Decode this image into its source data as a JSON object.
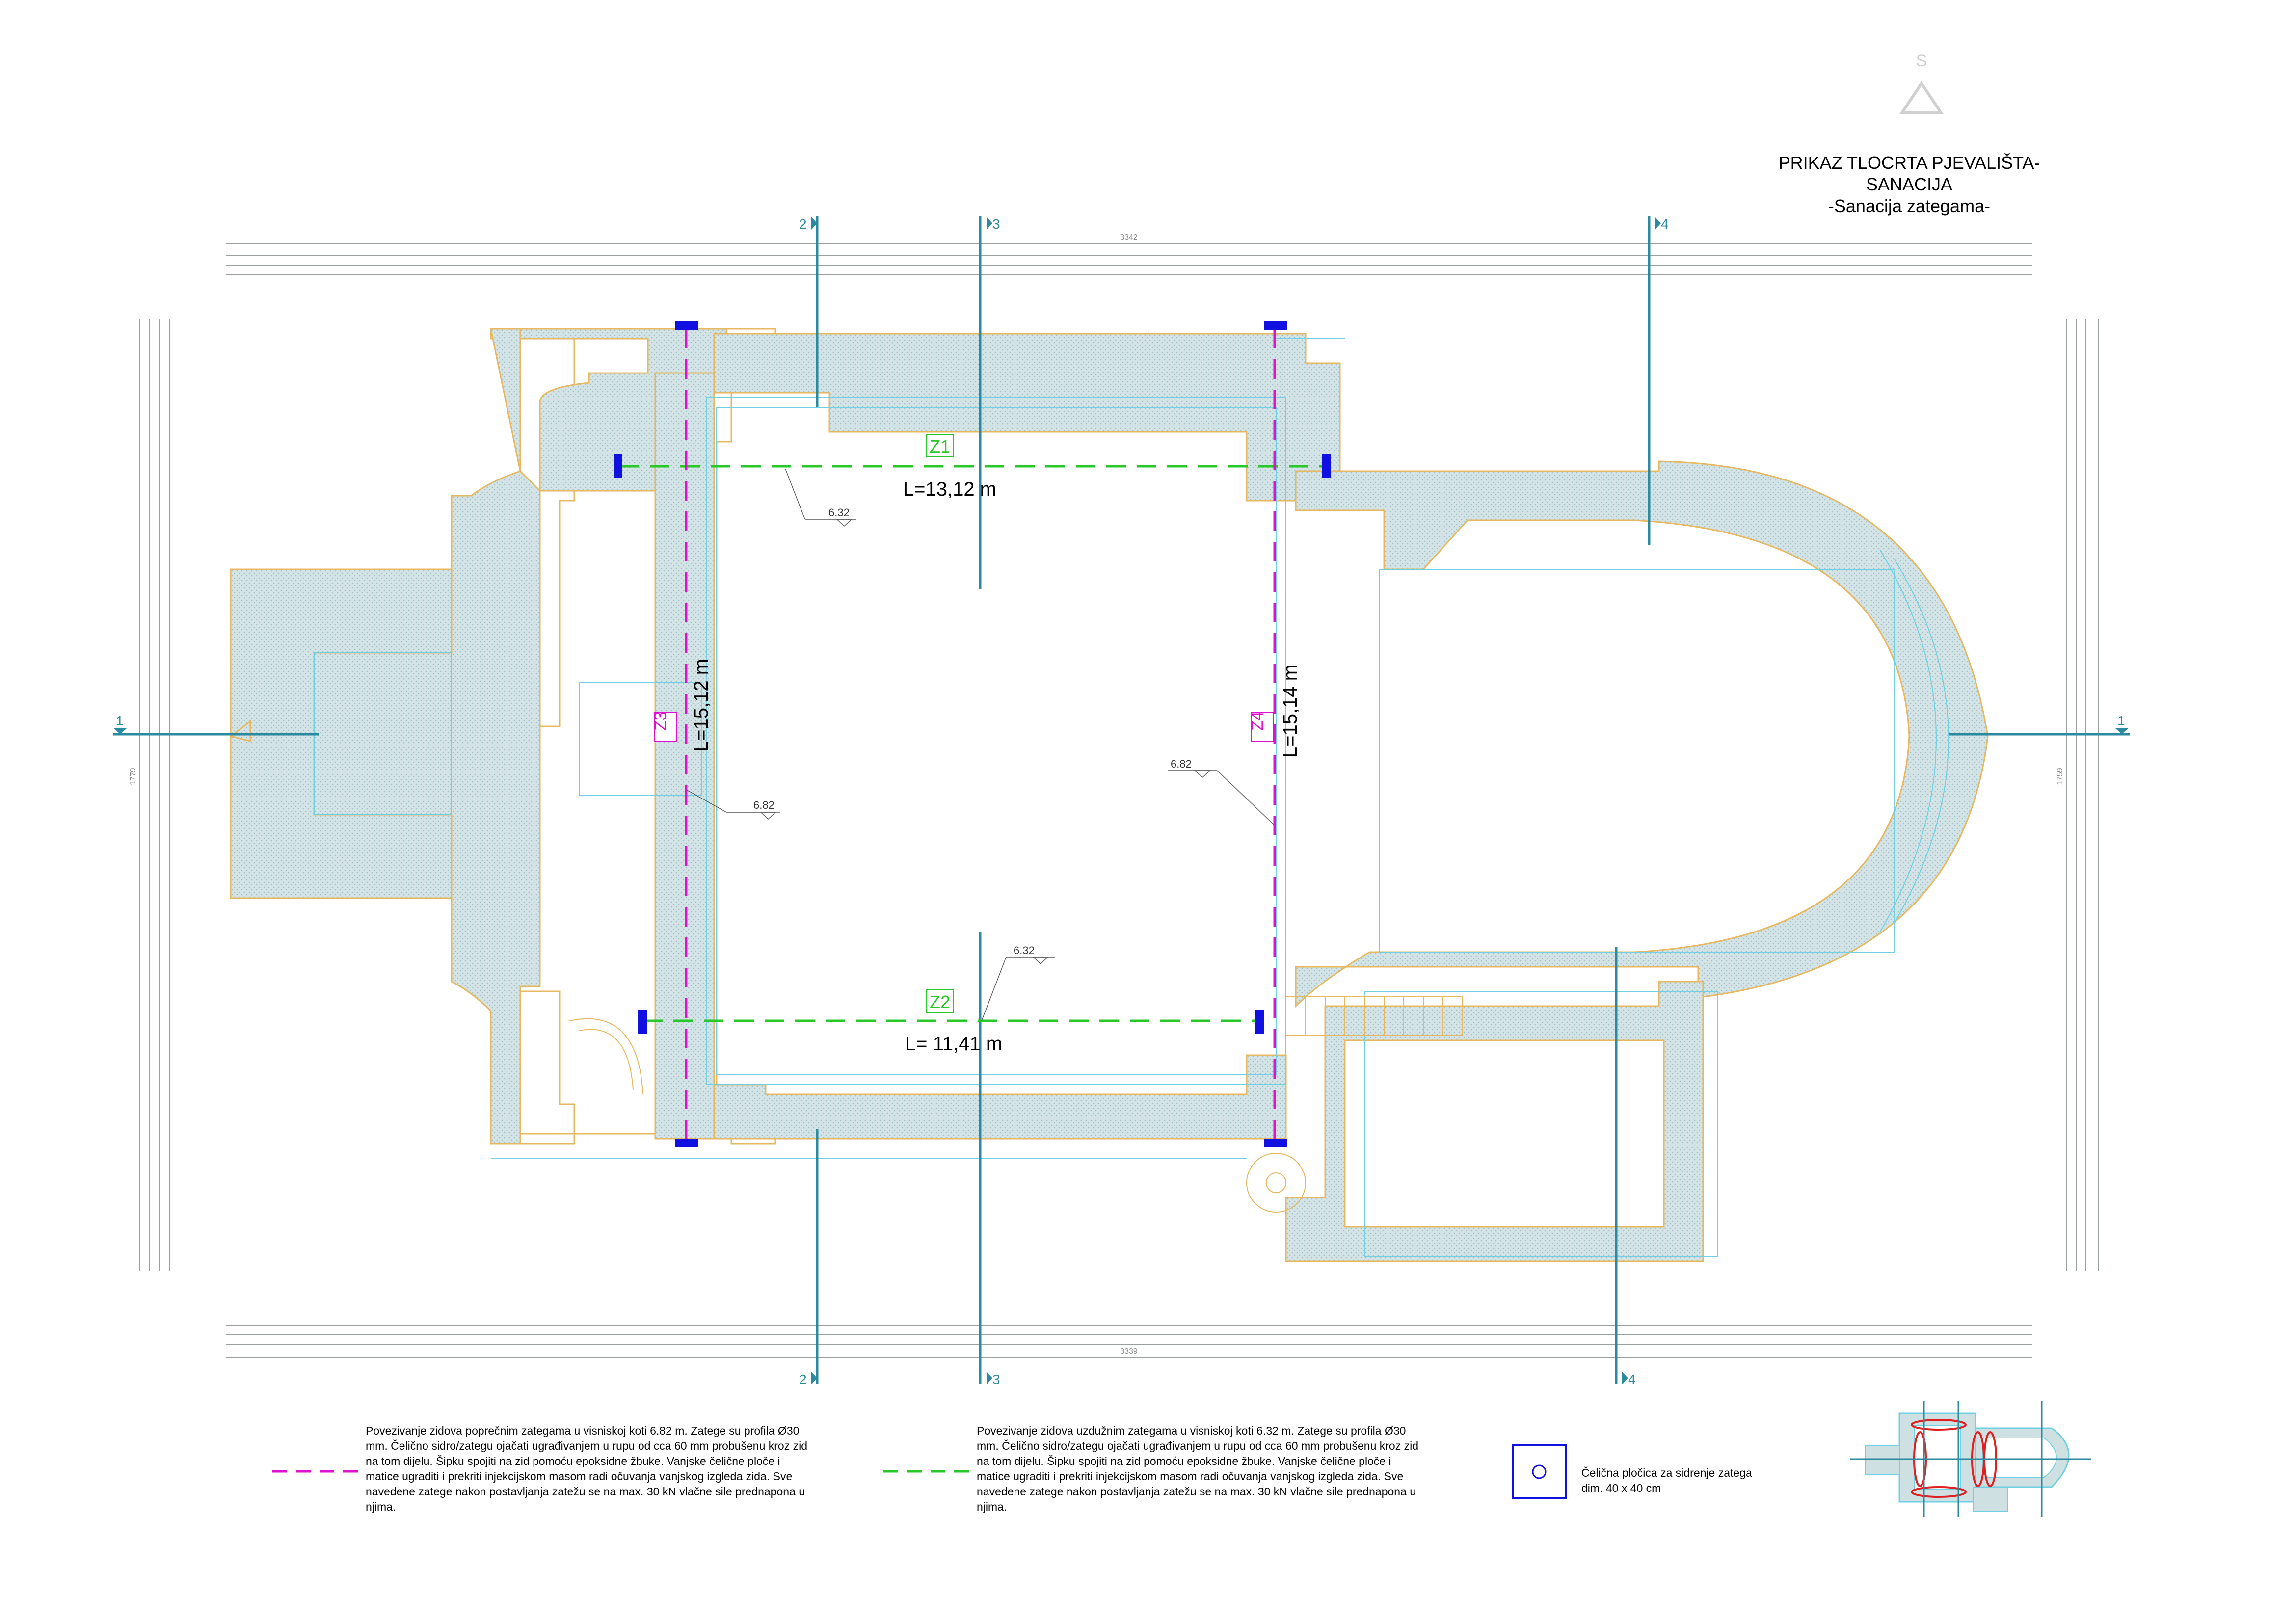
{
  "sheet": {
    "title": "PRIKAZ TLOCRTA PJEVALIŠTA- SANACIJA",
    "subtitle": "-Sanacija zategama-",
    "north_letter": "S"
  },
  "sections": {
    "s1": "1",
    "s2": "2",
    "s3": "3",
    "s4": "4"
  },
  "ties": {
    "z1": {
      "label": "Z1",
      "length": "L=13,12 m"
    },
    "z2": {
      "label": "Z2",
      "length": "L= 11,41 m"
    },
    "z3": {
      "label": "Z3",
      "length": "L=15,12 m"
    },
    "z4": {
      "label": "Z4",
      "length": "L=15,14 m"
    }
  },
  "levels": {
    "a": "6.32",
    "b": "6.82",
    "c": "6.82",
    "d": "6.32"
  },
  "dimensions": {
    "top_total": "3342",
    "bottom_total": "3339",
    "left_total": "1779",
    "right_total": "1759"
  },
  "notes": {
    "transverse": "Povezivanje zidova poprečnim zategama u visniskoj koti 6.82 m. Zatege su profila Ø30 mm. Čelično sidro/zategu ojačati ugrađivanjem u rupu od cca 60 mm probušenu kroz zid na tom dijelu. Šipku spojiti na zid pomoću epoksidne žbuke. Vanjske čelične ploče i matice ugraditi i prekriti injekcijskom masom radi očuvanja vanjskog izgleda zida. Sve navedene zatege nakon postavljanja zatežu se na max. 30 kN vlačne sile prednapona u njima.",
    "longitudinal": "Povezivanje zidova uzdužnim zategama u visniskoj koti 6.32 m. Zatege su profila Ø30 mm. Čelično sidro/zategu ojačati ugrađivanjem u rupu od cca 60 mm probušenu kroz zid na tom dijelu. Šipku spojiti na zid pomoću epoksidne žbuke. Vanjske čelične ploče i matice ugraditi i prekriti injekcijskom masom radi očuvanja vanjskog izgleda zida. Sve navedene zatege nakon postavljanja zatežu se na max. 30 kN vlačne sile prednapona u njima.",
    "plate": "Čelična pločica za sidrenje zatega dim. 40 x 40 cm"
  },
  "colors": {
    "wall_fill": "#cfe0e3",
    "wall_outline": "#e8b860",
    "cyan_line": "#1aaed0",
    "section_line": "#2b8aa0",
    "tie_transverse": "#e010d0",
    "tie_longitudinal": "#28c828",
    "anchor_plate": "#1010e0"
  }
}
